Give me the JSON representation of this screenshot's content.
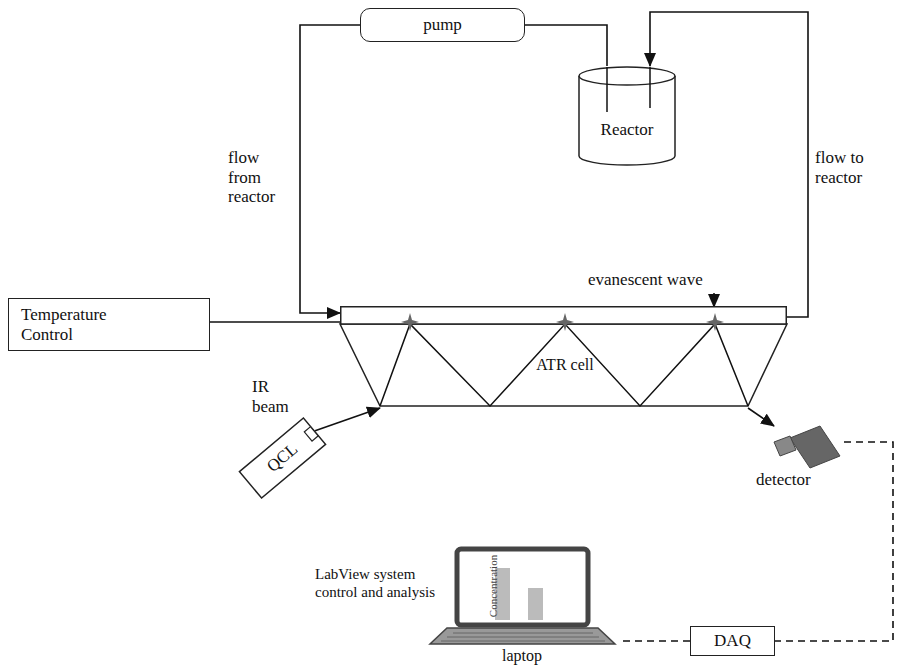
{
  "diagram": {
    "nodes": [
      {
        "text": [
          "pump"
        ]
      },
      {
        "text": [
          "Reactor"
        ]
      },
      {
        "text": [
          "Temperature Control"
        ]
      },
      {
        "text": [
          "ATR cell"
        ]
      },
      {
        "text": [
          "QCL"
        ]
      },
      {
        "text": [
          "detector"
        ]
      },
      {
        "text": [
          "LabView system control and analysis",
          "laptop"
        ]
      },
      {
        "text": [
          "DAQ"
        ]
      }
    ],
    "edges": [
      {
        "from": 1,
        "to": 0,
        "arrow": "none"
      },
      {
        "from": 0,
        "to": 3,
        "label": "flow from reactor",
        "arrow": "to"
      },
      {
        "from": 3,
        "to": 1,
        "label": "flow to reactor",
        "arrow": "to"
      },
      {
        "from": 2,
        "to": 3,
        "arrow": "none"
      },
      {
        "from": 4,
        "to": 3,
        "label": "IR beam",
        "arrow": "to"
      },
      {
        "from": 3,
        "to": 5,
        "arrow": "to"
      },
      {
        "from": 5,
        "to": 7,
        "arrow": "none"
      },
      {
        "from": 7,
        "to": 6,
        "arrow": "none"
      }
    ],
    "labels": [
      "evanescent wave",
      "Concentration"
    ]
  }
}
